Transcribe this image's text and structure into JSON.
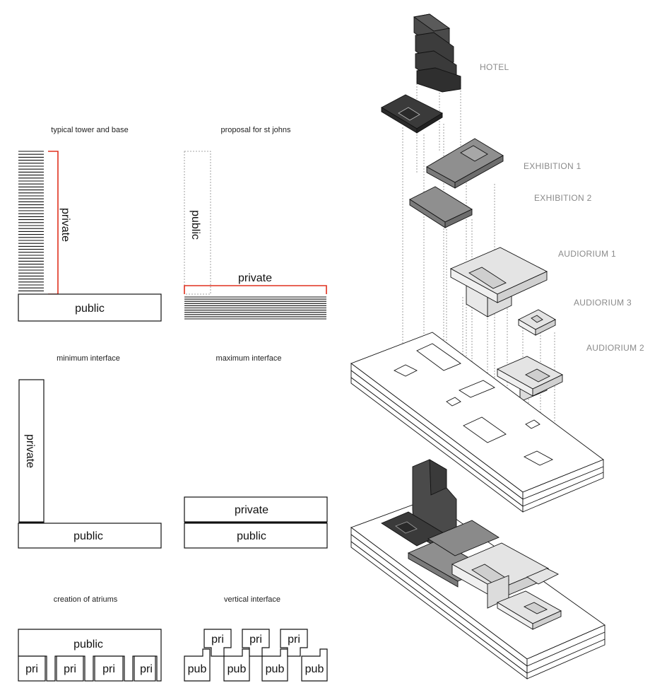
{
  "diagrams": {
    "tower_base": {
      "caption": "typical tower and base",
      "private": "private",
      "public": "public"
    },
    "proposal": {
      "caption": "proposal for st johns",
      "public": "public",
      "private": "private"
    },
    "minimum": {
      "caption": "minimum interface",
      "private": "private",
      "public": "public"
    },
    "maximum": {
      "caption": "maximum interface",
      "private": "private",
      "public": "public"
    },
    "atriums": {
      "caption": "creation of atriums",
      "public": "public",
      "pri": "pri"
    },
    "vertical": {
      "caption": "vertical interface",
      "pri": "pri",
      "pub": "pub"
    }
  },
  "axonometric": {
    "labels": [
      "HOTEL",
      "EXHIBITION 1",
      "EXHIBITION 2",
      "AUDIORIUM 1",
      "AUDIORIUM 3",
      "AUDIORIUM 2"
    ]
  },
  "colors": {
    "accent": "#e0301e",
    "dark": "#3a3a3a",
    "mid": "#8f8f8f",
    "light": "#dedede",
    "label": "#8a8a8a"
  }
}
